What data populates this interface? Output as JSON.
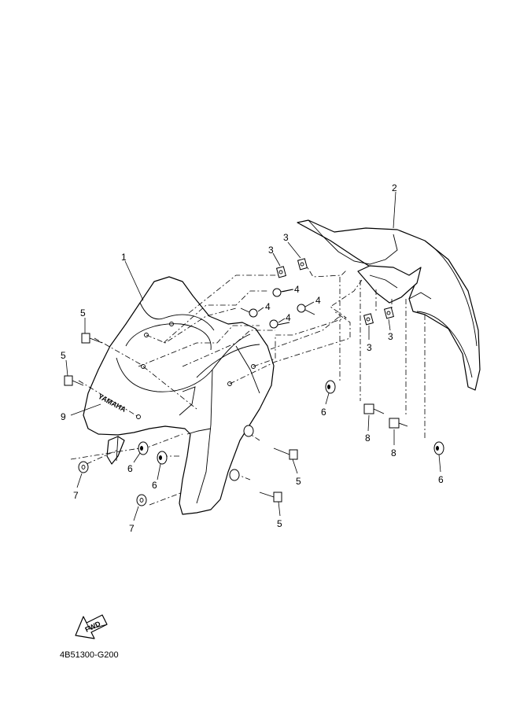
{
  "diagram": {
    "drawing_code": "4B51300-G200",
    "direction_label": "FWD",
    "brand_marking": "YAMAHA",
    "callouts": {
      "c1": "1",
      "c2": "2",
      "c3a": "3",
      "c3b": "3",
      "c3c": "3",
      "c3d": "3",
      "c4a": "4",
      "c4b": "4",
      "c4c": "4",
      "c4d": "4",
      "c5a": "5",
      "c5b": "5",
      "c5c": "5",
      "c5d": "5",
      "c6a": "6",
      "c6b": "6",
      "c6c": "6",
      "c6d": "6",
      "c7a": "7",
      "c7b": "7",
      "c8a": "8",
      "c8b": "8",
      "c9": "9"
    }
  }
}
